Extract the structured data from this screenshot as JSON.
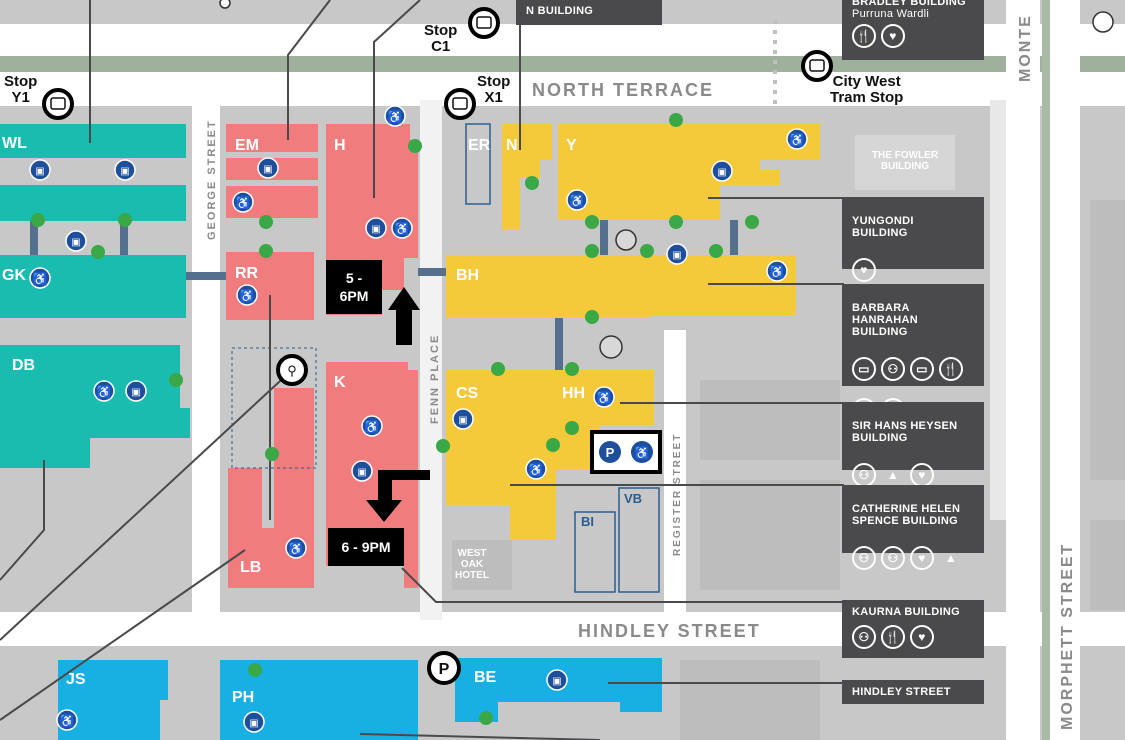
{
  "streets": {
    "north_terrace": "NORTH TERRACE",
    "hindley_street": "HINDLEY STREET",
    "george_street": "GEORGE STREET",
    "fenn_place": "FENN PLACE",
    "register_street": "REGISTER STREET",
    "morphett_street": "MORPHETT STREET",
    "montefiore": "MONTE"
  },
  "stops": {
    "y1": "Stop\nY1",
    "c1": "Stop\nC1",
    "x1": "Stop\nX1",
    "tram": "City West\nTram Stop"
  },
  "buildings": {
    "wl": "WL",
    "gk": "GK",
    "db": "DB",
    "em": "EM",
    "rr": "RR",
    "h": "H",
    "k": "K",
    "lb": "LB",
    "er": "ER",
    "n": "N",
    "y": "Y",
    "bh": "BH",
    "cs": "CS",
    "hh": "HH",
    "bi": "BI",
    "vb": "VB",
    "js": "JS",
    "ph": "PH",
    "be": "BE"
  },
  "places": {
    "fowler": "THE FOWLER\nBUILDING",
    "west_oak": "WEST\nOAK\nHOTEL"
  },
  "times": {
    "early": "5 -\n6PM",
    "late": "6 - 9PM"
  },
  "panels": {
    "n_building": "N BUILDING",
    "bradley": "BRADLEY BUILDING",
    "bradley_sub": "Purruna Wardli",
    "yungondi": "YUNGONDI\nBUILDING",
    "barbara": "BARBARA HANRAHAN\nBUILDING",
    "hans": "SIR HANS HEYSEN\nBUILDING",
    "catherine": "CATHERINE HELEN\nSPENCE BUILDING",
    "kaurna": "KAURNA BUILDING",
    "hindley": "HINDLEY STREET"
  },
  "icons": {
    "wheelchair": "♿",
    "tram": "▣",
    "parking": "P",
    "bike": "⚲",
    "green_arrow": "›",
    "food": "🍴",
    "heart": "♥",
    "people": "⚇",
    "cone": "▲",
    "card": "▭"
  },
  "colors": {
    "teal": "#1bbcb0",
    "pink": "#f07c7e",
    "yellow": "#f4c93a",
    "blue": "#18b0e3",
    "panel": "#4a4a4c",
    "street": "#ffffff",
    "block": "#c8c8c8"
  }
}
